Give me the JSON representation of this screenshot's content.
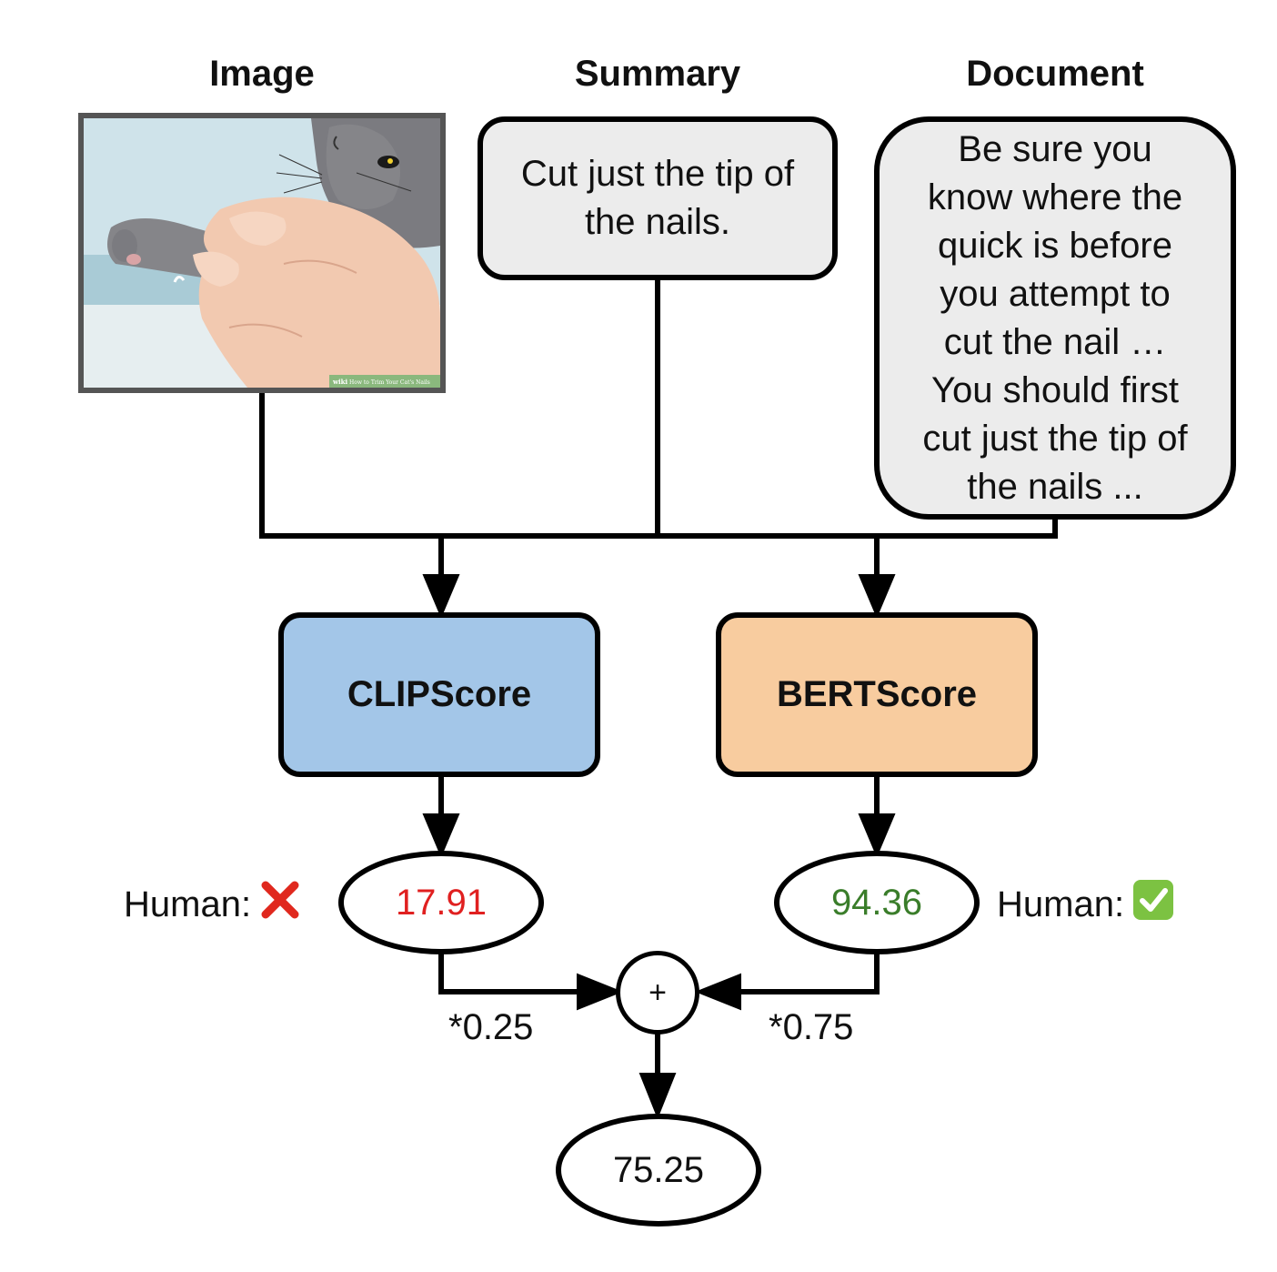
{
  "headers": {
    "image": "Image",
    "summary": "Summary",
    "document": "Document"
  },
  "image": {
    "watermark_brand": "wiki",
    "watermark_text": "How to Trim Your Cat's Nails"
  },
  "summary_text": "Cut just the tip of\nthe nails.",
  "document_text": "Be sure you\nknow where the\nquick is before\nyou attempt to\ncut the nail …\nYou should first\ncut just the tip of\nthe nails ...",
  "metrics": {
    "clip": {
      "label": "CLIPScore",
      "color": "#a3c6e8"
    },
    "bert": {
      "label": "BERTScore",
      "color": "#f8cc9f"
    }
  },
  "scores": {
    "clip": {
      "value": "17.91",
      "color": "#e02020"
    },
    "bert": {
      "value": "94.36",
      "color": "#3a7d2a"
    },
    "combined": "75.25"
  },
  "human": {
    "label": "Human:",
    "clip_judgment": "cross-mark-icon",
    "bert_judgment": "check-mark-icon"
  },
  "combine": {
    "operator": "+",
    "clip_weight": "*0.25",
    "bert_weight": "*0.75"
  }
}
